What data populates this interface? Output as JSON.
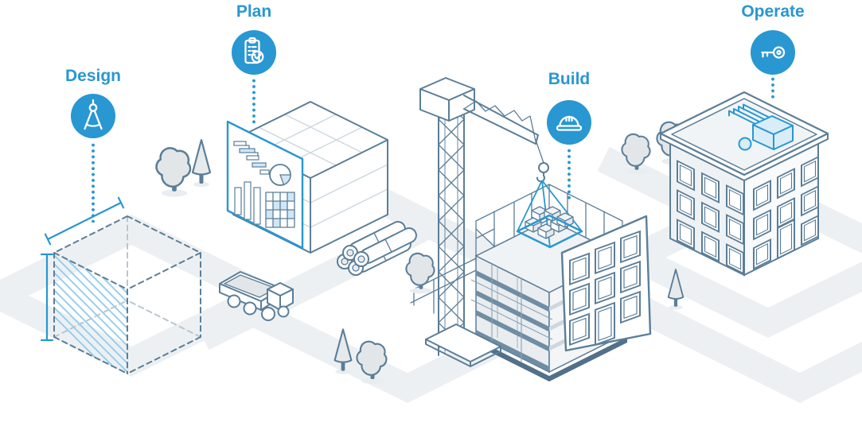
{
  "phases": [
    {
      "id": "design",
      "label": "Design",
      "icon": "drafting-compass-icon"
    },
    {
      "id": "plan",
      "label": "Plan",
      "icon": "clipboard-check-icon"
    },
    {
      "id": "build",
      "label": "Build",
      "icon": "hard-hat-icon"
    },
    {
      "id": "operate",
      "label": "Operate",
      "icon": "key-icon"
    }
  ],
  "colors": {
    "accent_blue": "#2997d1",
    "outline_slate": "#5b7e98",
    "dark_slate": "#527089",
    "road_gray": "#edf0f2",
    "object_fill": "#e3e6e8",
    "hatch_blue": "#8ecbee",
    "light_blue_fill": "#d9edf8"
  },
  "scene_objects": [
    "isometric-road-network",
    "dashed-design-cube-with-dimension-lines",
    "plan-cube-with-blueprint-sheet",
    "dump-truck",
    "stacked-pipes",
    "tower-crane-lifting-pallet",
    "building-under-construction-with-facade-panel",
    "completed-building-with-rooftop-hvac",
    "trees"
  ]
}
